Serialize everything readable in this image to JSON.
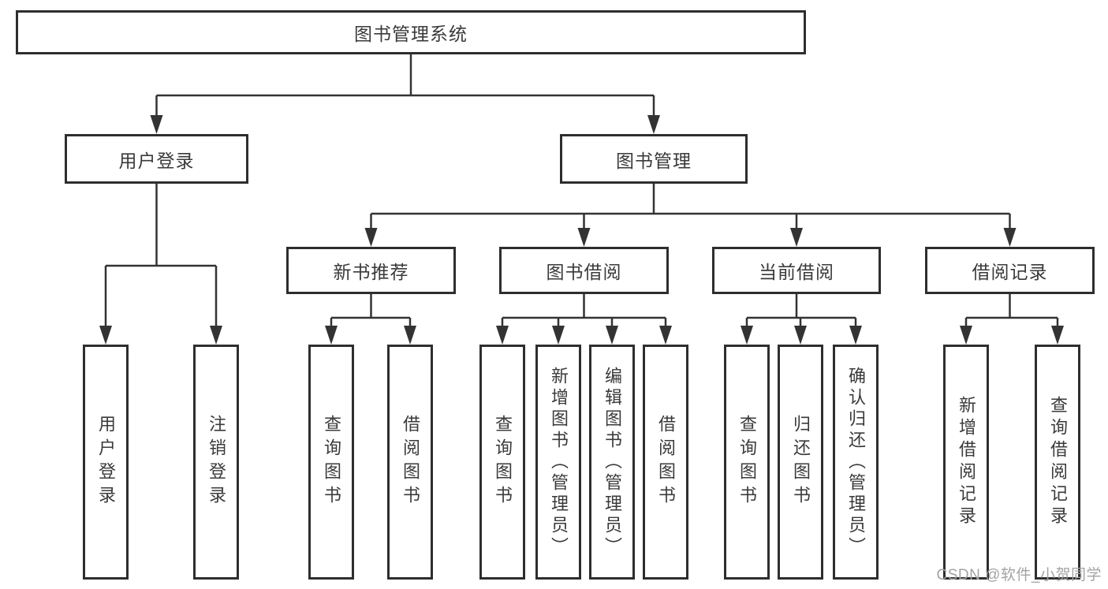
{
  "diagram": {
    "root": "图书管理系统",
    "level2": {
      "user_login": "用户登录",
      "book_mgmt": "图书管理"
    },
    "level3": {
      "new_book_rec": "新书推荐",
      "book_borrow": "图书借阅",
      "current_borrow": "当前借阅",
      "borrow_records": "借阅记录"
    },
    "leaves": {
      "user_login": "用户登录",
      "logout": "注销登录",
      "nbr_query_book": "查询图书",
      "nbr_borrow_book": "借阅图书",
      "bb_query_book": "查询图书",
      "bb_add_book": "新增图书（管理员）",
      "bb_edit_book": "编辑图书（管理员）",
      "bb_borrow_book": "借阅图书",
      "cb_query_book": "查询图书",
      "cb_return_book": "归还图书",
      "cb_confirm_return": "确认归还（管理员）",
      "br_add_record": "新增借阅记录",
      "br_query_record": "查询借阅记录"
    }
  },
  "watermark": "CSDN @软件_小贺同学",
  "colors": {
    "line": "#333333",
    "border": "#2e2e2e",
    "text": "#3a3a3a",
    "watermark": "#a3a3a3",
    "background": "#ffffff"
  }
}
